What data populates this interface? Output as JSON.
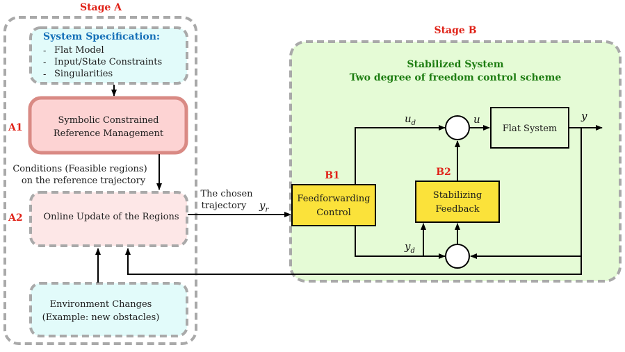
{
  "stage_a": {
    "title": "Stage A",
    "spec": {
      "title": "System Specification:",
      "items": [
        "Flat Model",
        "Input/State Constraints",
        "Singularities"
      ]
    },
    "a1": {
      "tag": "A1",
      "line1": "Symbolic Constrained",
      "line2": "Reference Management"
    },
    "conditions": {
      "line1": "Conditions (Feasible regions)",
      "line2": "on the reference trajectory"
    },
    "a2": {
      "tag": "A2",
      "text": "Online Update of the Regions"
    },
    "env": {
      "line1": "Environment Changes",
      "line2": "(Example: new obstacles)"
    }
  },
  "link": {
    "line1": "The chosen",
    "line2": "trajectory",
    "symbol": "y",
    "subscript": "r"
  },
  "stage_b": {
    "title": "Stage B",
    "header1": "Stabilized System",
    "header2": "Two degree of freedom control  scheme",
    "b1": {
      "tag": "B1",
      "line1": "Feedforwarding",
      "line2": "Control"
    },
    "b2": {
      "tag": "B2",
      "line1": "Stabilizing",
      "line2": "Feedback"
    },
    "flat": "Flat System",
    "signals": {
      "ud": "u",
      "ud_sub": "d",
      "u": "u",
      "y": "y",
      "yd": "y",
      "yd_sub": "d"
    }
  },
  "colors": {
    "cyan_fill": "#e2fbfa",
    "pink_fill": "#fdd3d3",
    "pink_border": "#d98a84",
    "light_pink": "#fde7e7",
    "green_fill": "#e5fbd6",
    "yellow_fill": "#fbe23a",
    "dash": "#a9a9a9"
  }
}
